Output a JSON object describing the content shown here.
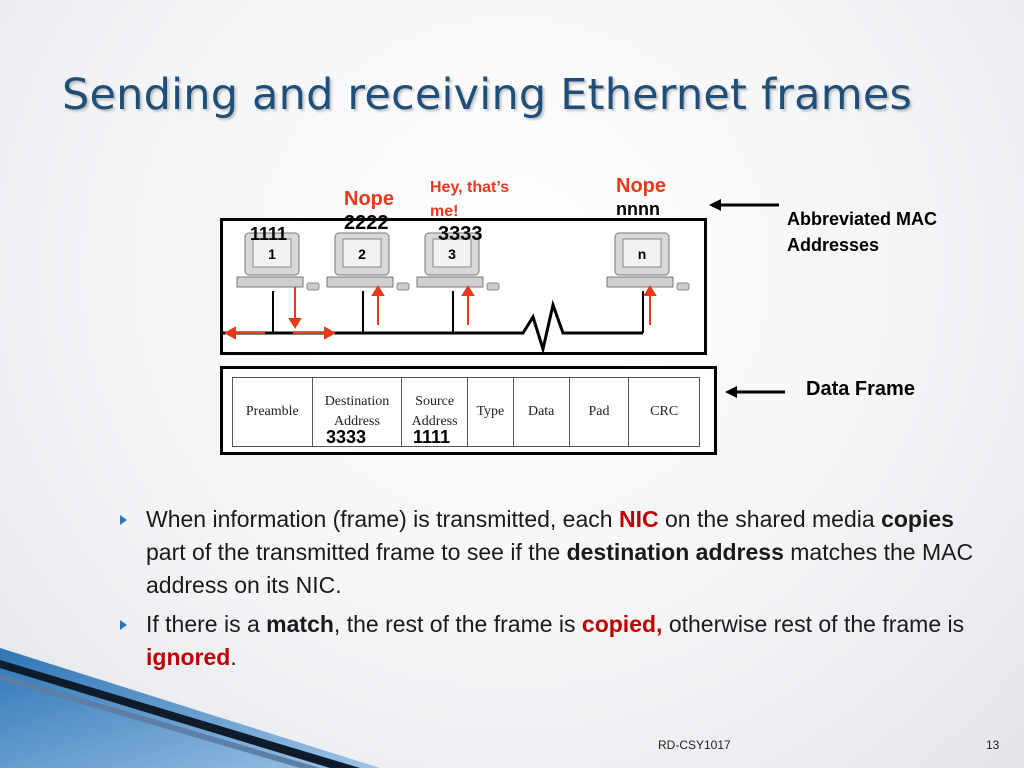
{
  "slide": {
    "title": "Sending and receiving Ethernet frames",
    "footer_center": "RD-CSY1017",
    "page_number": "13"
  },
  "diagram": {
    "hosts": [
      {
        "screen_label": "1",
        "mac": "1111",
        "response": ""
      },
      {
        "screen_label": "2",
        "mac": "2222",
        "response": "Nope"
      },
      {
        "screen_label": "3",
        "mac": "3333",
        "response_line1": "Hey, that’s",
        "response_line2": "me!"
      },
      {
        "screen_label": "n",
        "mac": "nnnn",
        "response": "Nope"
      }
    ],
    "callout_mac": {
      "line1": "Abbreviated MAC",
      "line2": "Addresses"
    },
    "callout_frame": "Data Frame",
    "frame_fields": [
      {
        "line1": "Preamble",
        "line2": ""
      },
      {
        "line1": "Destination",
        "line2": "Address"
      },
      {
        "line1": "Source",
        "line2": "Address"
      },
      {
        "line1": "Type",
        "line2": ""
      },
      {
        "line1": "Data",
        "line2": ""
      },
      {
        "line1": "Pad",
        "line2": ""
      },
      {
        "line1": "CRC",
        "line2": ""
      }
    ],
    "dest_value": "3333",
    "src_value": "1111",
    "colors": {
      "response": "#e8391a",
      "arrow": "#e8391a",
      "accent": "#1f4e79",
      "bullet": "#2e75b6",
      "keyword": "#c00000"
    }
  },
  "bullets": [
    {
      "t1": "When information (frame) is transmitted, each ",
      "k1": "NIC",
      "t2": " on the shared media ",
      "k2": "copies",
      "t3": " part of the transmitted frame to see if the ",
      "k3": "destination address",
      "t4": " matches the MAC address on  its NIC."
    },
    {
      "t1": "If there is a ",
      "k1": "match",
      "t2": ", the rest of the frame is ",
      "k2": "copied,",
      "t3": " otherwise rest of the frame is ",
      "k3": "ignored",
      "t4": "."
    }
  ]
}
